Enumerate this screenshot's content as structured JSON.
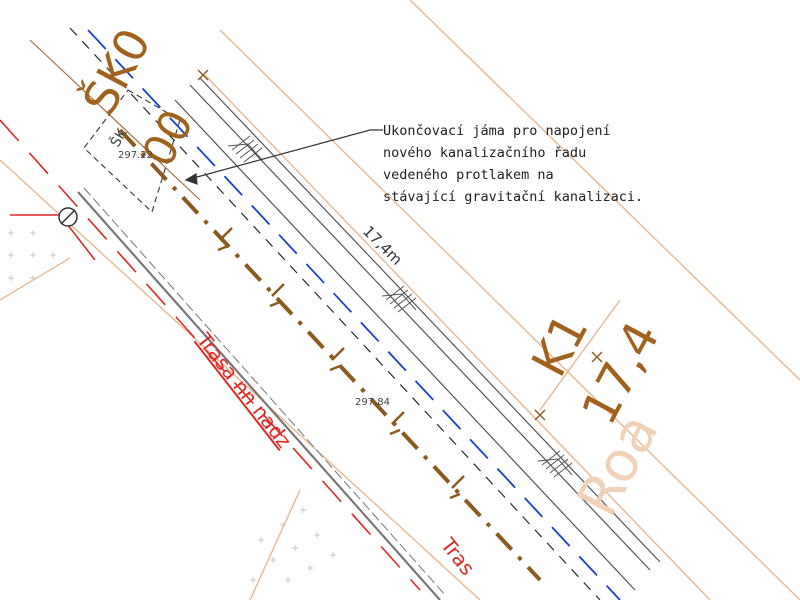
{
  "annotation": {
    "lines": [
      "Ukončovací jáma pro napojení",
      "nového kanalizačního řadu",
      "vedeného protlakem na",
      "stávající gravitační kanalizaci."
    ]
  },
  "labels": {
    "shaft_code": "ŠK0",
    "shaft_sub": "00",
    "shaft_small": "ŠK",
    "point_a": "297.22",
    "point_b": "297.84",
    "length_small": "17,4m",
    "section_code": "K1",
    "section_length": "17,4",
    "cable_route": "Trasa nn nadz",
    "cable_route_cut": "Tras",
    "road_fragment": "Roa"
  },
  "colors": {
    "sewer_existing": "#1a3fd0",
    "sewer_new": "#8b5a1e",
    "electric": "#e02828",
    "parcel": "#e8b48a",
    "outline": "#555555",
    "label_brown": "#a0621c"
  }
}
